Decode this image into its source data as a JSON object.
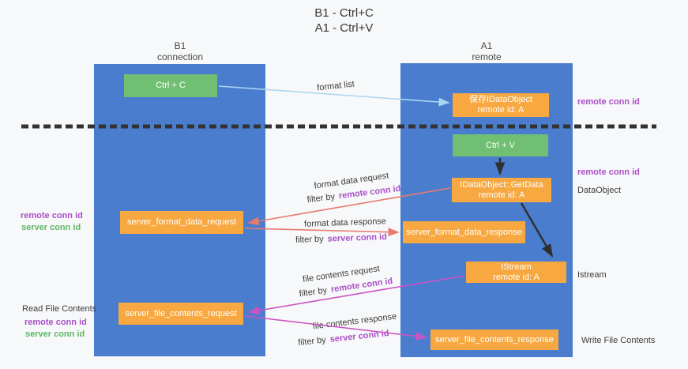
{
  "title": {
    "line1": "B1 - Ctrl+C",
    "line2": "A1 - Ctrl+V"
  },
  "columns": {
    "left": {
      "name": "B1",
      "subtitle": "connection"
    },
    "right": {
      "name": "A1",
      "subtitle": "remote"
    }
  },
  "boxes": {
    "ctrl_c": {
      "label": "Ctrl + C"
    },
    "save_dataobject": {
      "line1": "保存IDataObject",
      "line2": "remote id: A"
    },
    "ctrl_v": {
      "label": "Ctrl + V"
    },
    "getdata": {
      "line1": "IDataObject::GetData",
      "line2": "remote id: A"
    },
    "format_request": {
      "label": "server_format_data_request"
    },
    "format_response": {
      "label": "server_format_data_response"
    },
    "istream": {
      "line1": "IStream",
      "line2": "remote id: A"
    },
    "file_request": {
      "label": "server_file_contents_request"
    },
    "file_response": {
      "label": "server_file_contents_response"
    }
  },
  "arrows": {
    "format_list": "format list",
    "format_data_request": "format data request",
    "format_data_response": "format data response",
    "file_contents_request": "file contents request",
    "file_contents_response": "file contents response",
    "filter_by": "filter by",
    "remote_conn_id": "remote conn id",
    "server_conn_id": "server conn id"
  },
  "side_labels": {
    "remote_conn_id_right_top": "remote conn id",
    "remote_conn_id_right_mid": "remote conn id",
    "dataobject": "DataObject",
    "istream": "Istream",
    "write_file_contents": "Write File Contents",
    "remote_conn_id_left_mid": "remote conn id",
    "server_conn_id_left_mid": "server conn id",
    "read_file_contents": "Read File Contents",
    "remote_conn_id_left_bottom": "remote conn id",
    "server_conn_id_left_bottom": "server conn id"
  },
  "colors": {
    "column_blue": "#4a7dce",
    "box_orange": "#f7a840",
    "box_green": "#71bf72",
    "purple_text": "#aa4fc8",
    "green_text": "#5bb763",
    "arrow_salmon": "#e87a6e",
    "arrow_magenta": "#ca54c4",
    "arrow_lightblue": "#abd6f2",
    "arrow_black": "#2f2f2f",
    "dashed_line": "#333333"
  }
}
